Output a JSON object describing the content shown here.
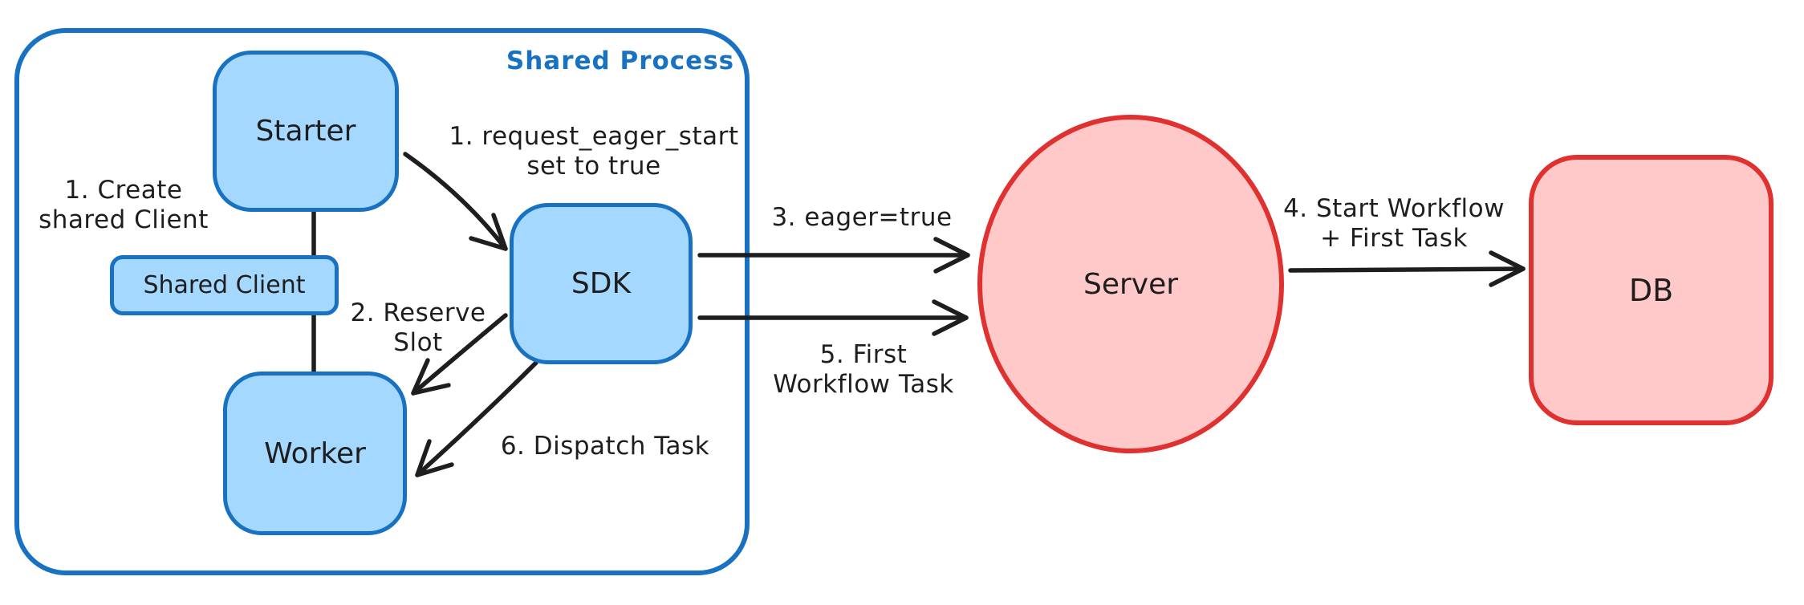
{
  "diagram": {
    "container": {
      "label": "Shared Process"
    },
    "nodes": {
      "starter": "Starter",
      "shared_client": "Shared Client",
      "worker": "Worker",
      "sdk": "SDK",
      "server": "Server",
      "db": "DB"
    },
    "edges": {
      "create_shared_client": "1. Create\nshared Client",
      "request_eager_start": "1. request_eager_start\nset to true",
      "reserve_slot": "2. Reserve\nSlot",
      "eager_true": "3. eager=true",
      "start_workflow": "4. Start Workflow\n+ First Task",
      "first_workflow_task": "5. First\nWorkflow Task",
      "dispatch_task": "6. Dispatch Task"
    },
    "colors": {
      "blue_stroke": "#1971c2",
      "blue_fill": "#a5d8ff",
      "red_stroke": "#e03131",
      "red_fill": "#ffc9c9",
      "ink": "#1e1e1e",
      "background": "#ffffff"
    }
  }
}
